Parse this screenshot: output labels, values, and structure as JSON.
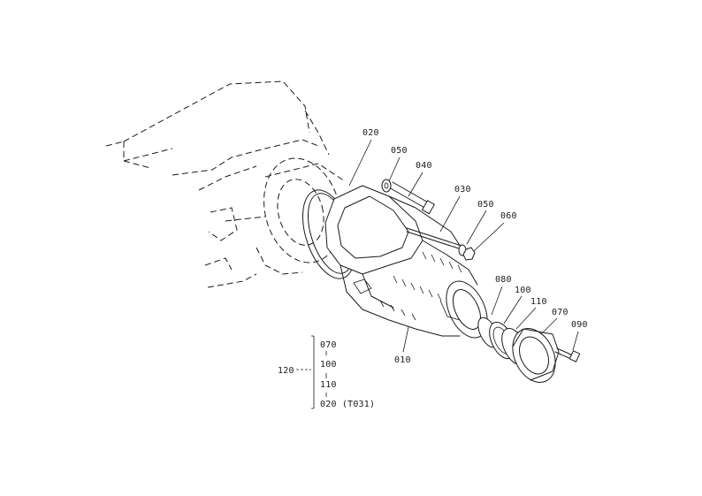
{
  "callouts": {
    "p010": "010",
    "p020": "020",
    "p030": "030",
    "p040": "040",
    "p050a": "050",
    "p050b": "050",
    "p060": "060",
    "p070": "070",
    "p080": "080",
    "p090": "090",
    "p100": "100",
    "p110": "110"
  },
  "kit": {
    "number": "120",
    "items": [
      "070",
      "100",
      "110",
      "020 (T031)"
    ]
  }
}
